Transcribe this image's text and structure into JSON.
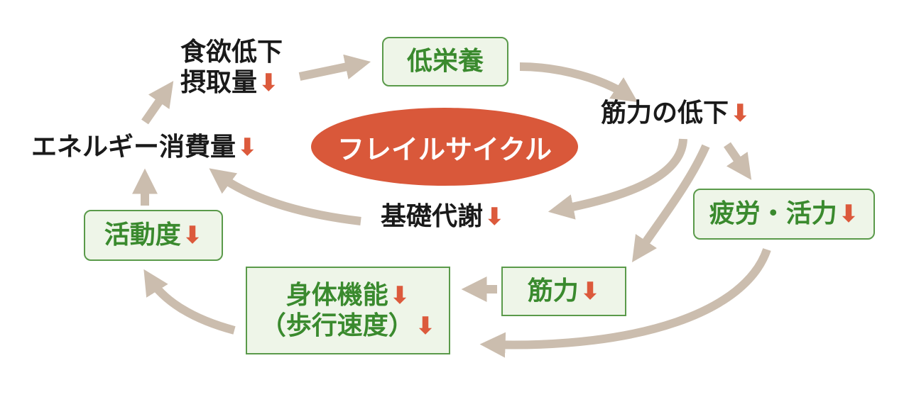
{
  "diagram": {
    "title": "フレイルサイクル",
    "down_arrow": "⬇",
    "colors": {
      "arrow": "#cbbdae",
      "box_border": "#5a9a4a",
      "box_fill": "#eef5e8",
      "box_text": "#3a8a2e",
      "down_arrow": "#dc5a3c",
      "ellipse": "#d9583a"
    },
    "nodes": {
      "appetite": {
        "line1": "食欲低下",
        "line2": "摂取量"
      },
      "undernutrition": {
        "label": "低栄養"
      },
      "muscle_decline": {
        "label": "筋力の低下"
      },
      "energy_expenditure": {
        "label": "エネルギー消費量"
      },
      "basal_metabolism": {
        "label": "基礎代謝"
      },
      "fatigue": {
        "label": "疲労・活力"
      },
      "activity": {
        "label": "活動度"
      },
      "physical_function": {
        "line1": "身体機能",
        "line2": "（歩行速度）"
      },
      "muscle_strength": {
        "label": "筋力"
      }
    }
  }
}
